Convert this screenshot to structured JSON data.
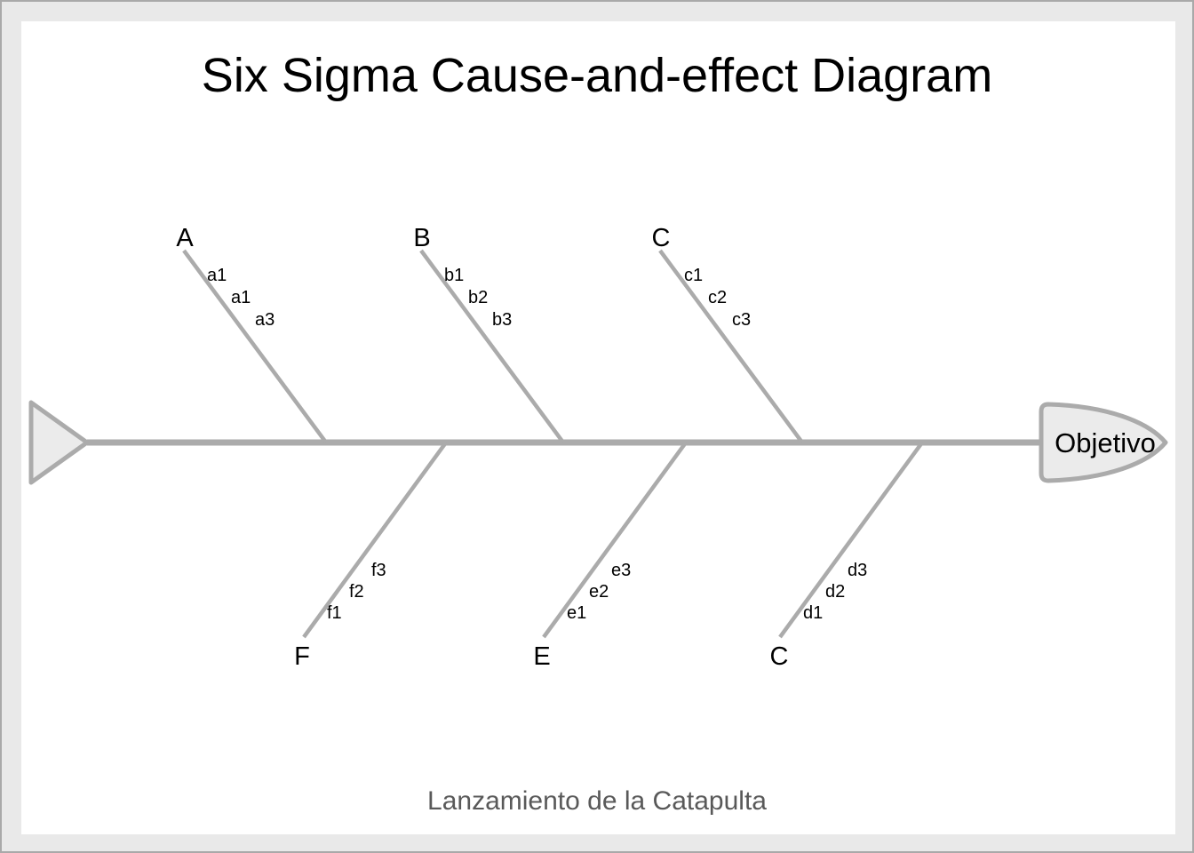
{
  "title": "Six Sigma Cause-and-effect Diagram",
  "caption": "Lanzamiento de la Catapulta",
  "effect": {
    "label": "Objetivo"
  },
  "colors": {
    "line": "#ababab",
    "shape_fill": "#ebebeb",
    "text": "#000000",
    "caption_text": "#595959",
    "frame_background": "#e9e9e9",
    "frame_border": "#a9a9a9",
    "canvas_background": "#ffffff"
  },
  "branches": {
    "top": [
      {
        "label": "A",
        "causes": [
          "a1",
          "a1",
          "a3"
        ]
      },
      {
        "label": "B",
        "causes": [
          "b1",
          "b2",
          "b3"
        ]
      },
      {
        "label": "C",
        "causes": [
          "c1",
          "c2",
          "c3"
        ]
      }
    ],
    "bottom": [
      {
        "label": "F",
        "causes": [
          "f1",
          "f2",
          "f3"
        ]
      },
      {
        "label": "E",
        "causes": [
          "e1",
          "e2",
          "e3"
        ]
      },
      {
        "label": "C",
        "causes": [
          "d1",
          "d2",
          "d3"
        ]
      }
    ]
  }
}
